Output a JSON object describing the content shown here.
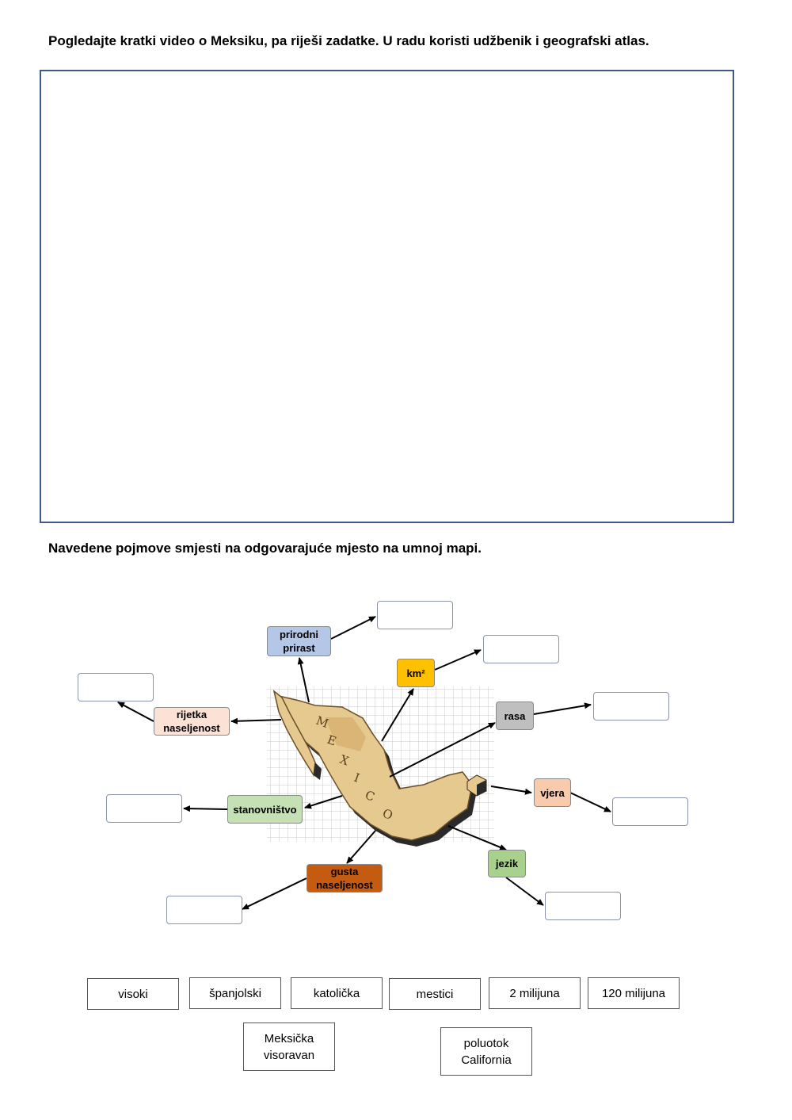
{
  "instructions": {
    "video_task": "Pogledajte kratki video o Meksiku, pa riješi zadatke. U radu koristi udžbenik i geografski atlas.",
    "map_task": "Navedene pojmove smjesti na odgovarajuće mjesto na umnoj mapi."
  },
  "map": {
    "country_lettering": "MEXICO",
    "labels": {
      "prirodni_prirast": "prirodni prirast",
      "km2": "km²",
      "rijetka_naseljenost": "rijetka naseljenost",
      "rasa": "rasa",
      "stanovnistvo": "stanovništvo",
      "vjera": "vjera",
      "jezik": "jezik",
      "gusta_naseljenost": "gusta naseljenost"
    },
    "label_colors": {
      "prirodni_prirast": "#b4c7e7",
      "km2": "#ffc000",
      "rijetka_naseljenost": "#fbe2d5",
      "rasa": "#bfbfbf",
      "stanovnistvo": "#c5e0b4",
      "vjera": "#f8cbad",
      "jezik": "#a9d18e",
      "gusta_naseljenost": "#c55a11"
    }
  },
  "word_bank": [
    "visoki",
    "španjolski",
    "katolička",
    "mestici",
    "2 milijuna",
    "120 milijuna",
    "Meksička visoravan",
    "poluotok California"
  ]
}
